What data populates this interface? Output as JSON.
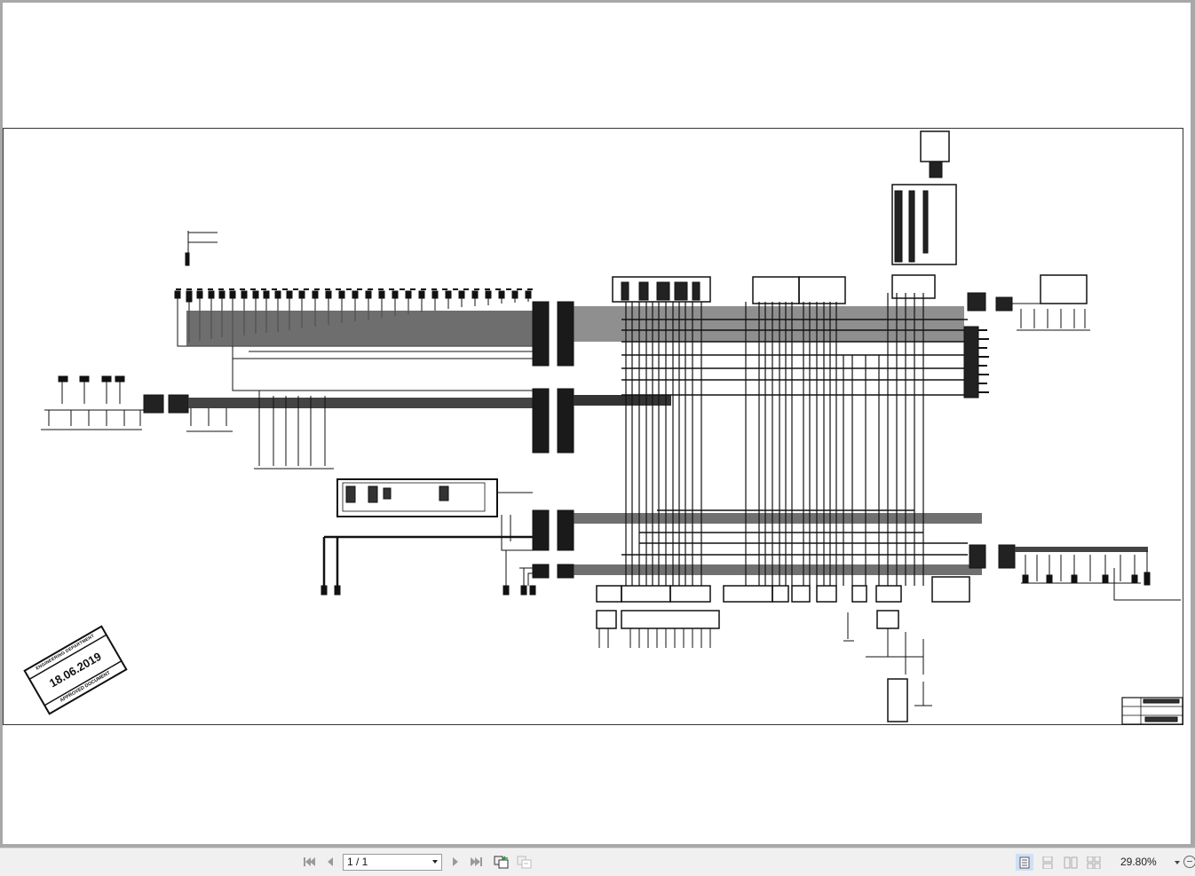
{
  "document": {
    "stamp": {
      "department": "ENGINEERING DEPARTMENT",
      "date": "18.06.2019",
      "status": "APPROVED DOCUMENT"
    }
  },
  "toolbar": {
    "first_page_icon": "first-page-icon",
    "prev_page_icon": "prev-page-icon",
    "page_indicator": "1 / 1",
    "next_page_icon": "next-page-icon",
    "last_page_icon": "last-page-icon",
    "prev_view_icon": "previous-view-icon",
    "next_view_icon": "next-view-icon",
    "view_modes": [
      "single-page",
      "continuous",
      "facing",
      "continuous-facing"
    ],
    "active_view_mode": "single-page",
    "zoom_level": "29.80%",
    "zoom_out_icon": "zoom-out-icon"
  },
  "colors": {
    "viewer_bg": "#a8a8a8",
    "toolbar_bg": "#f0f0f0",
    "page_bg": "#ffffff",
    "ink": "#111111",
    "active_mode_bg": "#cfe0f5"
  }
}
